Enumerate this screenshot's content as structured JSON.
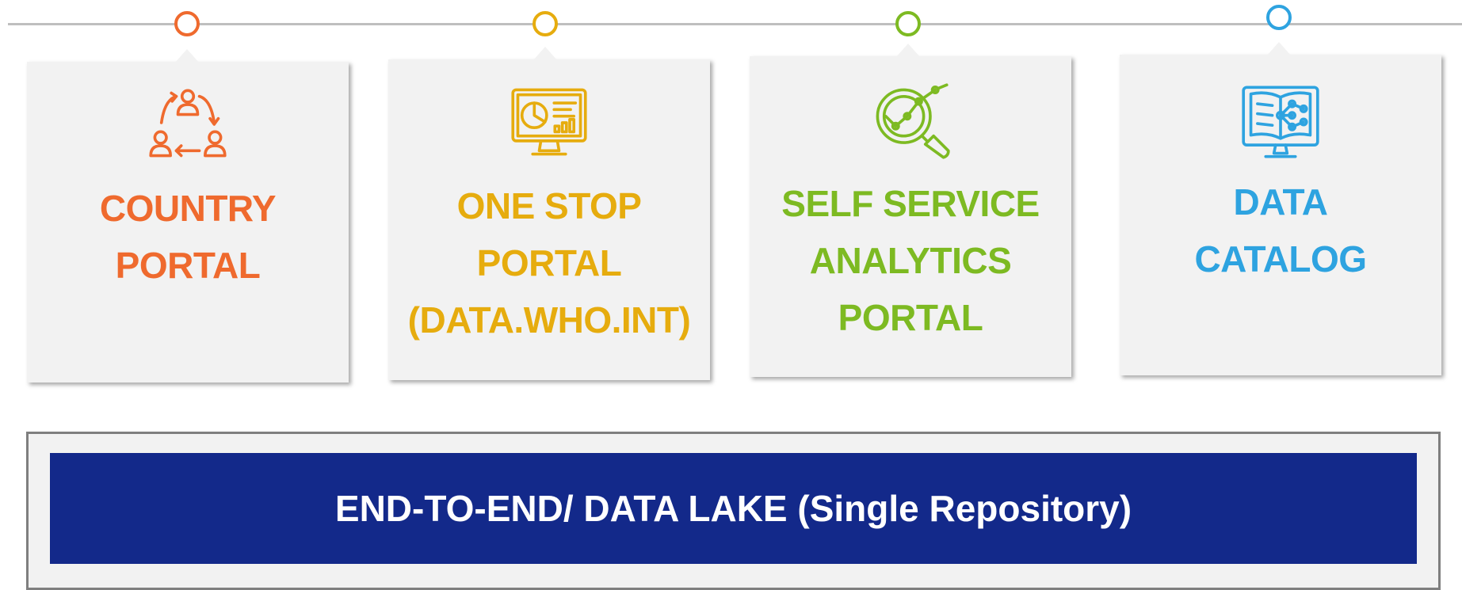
{
  "portals": [
    {
      "title_lines": [
        "COUNTRY",
        "PORTAL"
      ],
      "color": "#ef6a2e",
      "icon": "people-cycle-icon"
    },
    {
      "title_lines": [
        "ONE STOP",
        "PORTAL",
        "(DATA.WHO.INT)"
      ],
      "color": "#e6ac0e",
      "icon": "dashboard-monitor-icon"
    },
    {
      "title_lines": [
        "SELF SERVICE",
        "ANALYTICS",
        "PORTAL"
      ],
      "color": "#7dba22",
      "icon": "analytics-magnifier-icon"
    },
    {
      "title_lines": [
        "DATA",
        "CATALOG"
      ],
      "color": "#2ea3e0",
      "icon": "book-network-monitor-icon"
    }
  ],
  "banner": {
    "text": "END-TO-END/ DATA LAKE (Single Repository)",
    "bg": "#13298a"
  }
}
